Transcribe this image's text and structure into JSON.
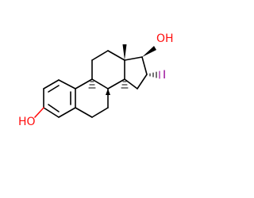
{
  "molecule": {
    "atoms": {
      "oh_phenol": "HO",
      "oh_17": "OH",
      "iodo": "I"
    },
    "colors": {
      "bond": "#000000",
      "oxygen": "#ff0d0d",
      "iodine": "#940094",
      "background": "#ffffff"
    }
  }
}
